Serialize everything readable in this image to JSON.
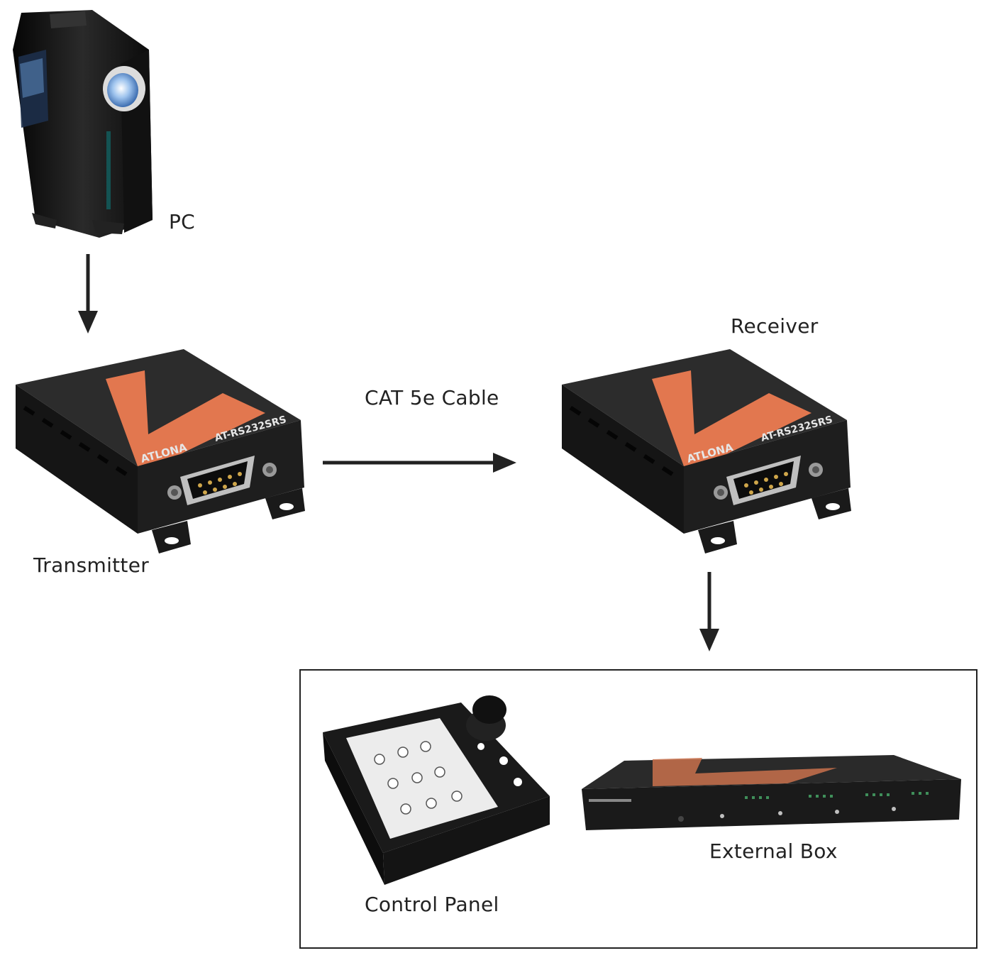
{
  "nodes": {
    "pc": "PC",
    "transmitter": "Transmitter",
    "receiver": "Receiver",
    "control_panel": "Control Panel",
    "external_box": "External Box"
  },
  "connections": {
    "cable": "CAT 5e Cable"
  },
  "device_text": {
    "brand": "ATLONA",
    "model": "AT-RS232SRS"
  },
  "colors": {
    "arrow": "#222222",
    "device_body": "#1b1b1b",
    "accent_orange": "#e2774f"
  }
}
